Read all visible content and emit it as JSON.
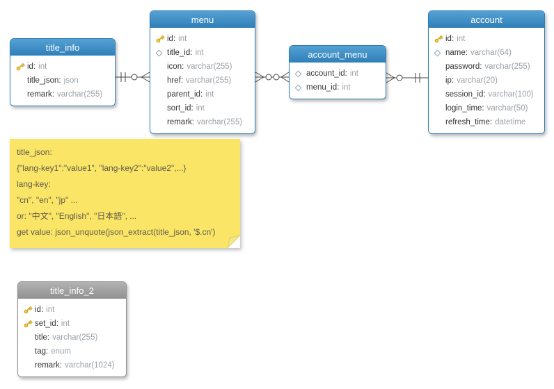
{
  "app": {
    "type": "database-model-er-diagram"
  },
  "colors": {
    "table_header_blue": "#3d8dc6",
    "table_header_gray": "#9c9c9c",
    "table_border_blue": "#2e7cb5",
    "table_border_gray": "#8f8f8f",
    "note_background": "#fbe567",
    "field_name_color": "#333333",
    "field_type_color": "#9aa0a6",
    "connector_color": "#444444",
    "key_icon_color": "#f6ca3e"
  },
  "tables": [
    {
      "name": "title_info",
      "header_style": "blue",
      "fields": [
        {
          "icon": "primary-key",
          "name": "id",
          "type": "int"
        },
        {
          "icon": "none",
          "name": "title_json",
          "type": "json"
        },
        {
          "icon": "none",
          "name": "remark",
          "type": "varchar(255)"
        }
      ]
    },
    {
      "name": "menu",
      "header_style": "blue",
      "fields": [
        {
          "icon": "primary-key",
          "name": "id",
          "type": "int"
        },
        {
          "icon": "foreign-key",
          "name": "title_id",
          "type": "int"
        },
        {
          "icon": "none",
          "name": "icon",
          "type": "varchar(255)"
        },
        {
          "icon": "none",
          "name": "href",
          "type": "varchar(255)"
        },
        {
          "icon": "none",
          "name": "parent_id",
          "type": "int"
        },
        {
          "icon": "none",
          "name": "sort_id",
          "type": "int"
        },
        {
          "icon": "none",
          "name": "remark",
          "type": "varchar(255)"
        }
      ]
    },
    {
      "name": "account_menu",
      "header_style": "blue",
      "fields": [
        {
          "icon": "foreign-key",
          "name": "account_id",
          "type": "int"
        },
        {
          "icon": "foreign-key",
          "name": "menu_id",
          "type": "int"
        }
      ]
    },
    {
      "name": "account",
      "header_style": "blue",
      "fields": [
        {
          "icon": "primary-key",
          "name": "id",
          "type": "int"
        },
        {
          "icon": "unique-index",
          "name": "name",
          "type": "varchar(64)"
        },
        {
          "icon": "none",
          "name": "password",
          "type": "varchar(255)"
        },
        {
          "icon": "none",
          "name": "ip",
          "type": "varchar(20)"
        },
        {
          "icon": "none",
          "name": "session_id",
          "type": "varchar(100)"
        },
        {
          "icon": "none",
          "name": "login_time",
          "type": "varchar(50)"
        },
        {
          "icon": "none",
          "name": "refresh_time",
          "type": "datetime"
        }
      ]
    },
    {
      "name": "title_info_2",
      "header_style": "gray",
      "fields": [
        {
          "icon": "primary-key",
          "name": "id",
          "type": "int"
        },
        {
          "icon": "primary-key",
          "name": "set_id",
          "type": "int"
        },
        {
          "icon": "none",
          "name": "title",
          "type": "varchar(255)"
        },
        {
          "icon": "none",
          "name": "tag",
          "type": "enum"
        },
        {
          "icon": "none",
          "name": "remark",
          "type": "varchar(1024)"
        }
      ]
    }
  ],
  "note": {
    "lines": [
      "title_json:",
      "{\"lang-key1\":\"value1\", \"lang-key2\":\"value2\",...}",
      "lang-key:",
      "\"cn\", \"en\", \"jp\" ...",
      "or: \"中文\", \"English\", \"日本語\", ...",
      "get value: json_unquote(json_extract(title_json, '$.cn')"
    ]
  },
  "relationships": [
    {
      "from": "title_info",
      "to": "menu",
      "from_cardinality": "one-and-only-one",
      "to_cardinality": "zero-or-many"
    },
    {
      "from": "menu",
      "to": "account_menu",
      "from_cardinality": "zero-or-many",
      "to_cardinality": "zero-or-many"
    },
    {
      "from": "account_menu",
      "to": "account",
      "from_cardinality": "zero-or-many",
      "to_cardinality": "one-and-only-one"
    }
  ]
}
